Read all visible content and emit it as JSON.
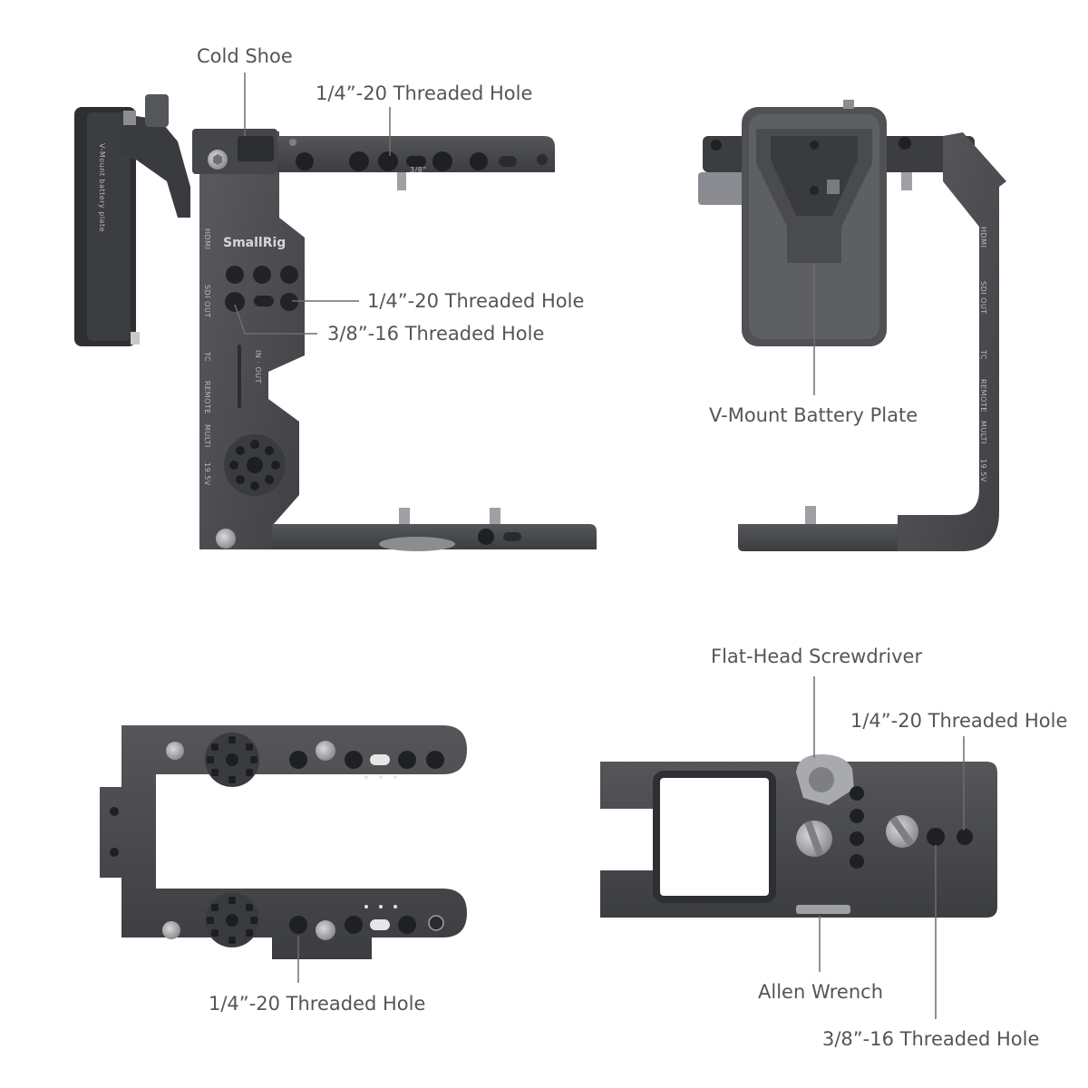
{
  "labels": {
    "cold_shoe": "Cold Shoe",
    "threaded_top": "1/4”-20 Threaded Hole",
    "threaded_mid": "1/4”-20 Threaded Hole",
    "threaded_38_mid": "3/8”-16 Threaded Hole",
    "vmount": "V-Mount Battery Plate",
    "screwdriver": "Flat-Head Screwdriver",
    "threaded_right": "1/4”-20 Threaded Hole",
    "threaded_bottom": "1/4”-20 Threaded Hole",
    "allen": "Allen Wrench",
    "threaded_38_bottom": "3/8”-16 Threaded Hole"
  },
  "engravings": {
    "brand": "SmallRig",
    "plate_text": "V-Mount battery plate",
    "hole_size": "3/8\"",
    "in_out": "IN · OUT",
    "ports": [
      "HDMI",
      "SDI OUT",
      "TC",
      "REMOTE",
      "MULTI",
      "19.5V"
    ]
  },
  "colors": {
    "metal": "#4d4e52",
    "metal_dark": "#2f3034",
    "metal_light": "#6b6c70",
    "hole": "#1f2023",
    "screw": "#a9aaad",
    "leader": "#6d6d6d",
    "label_text": "#555555"
  }
}
